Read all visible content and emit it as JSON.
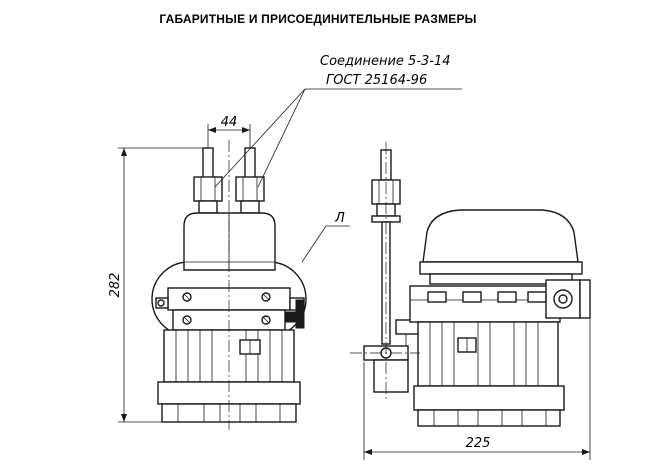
{
  "title": "ГАБАРИТНЫЕ И ПРИСОЕДИНИТЕЛЬНЫЕ РАЗМЕРЫ",
  "callout": {
    "line1": "Соединение 5-3-14",
    "line2": "ГОСТ 25164-96"
  },
  "view_label": "Л",
  "dimensions": {
    "spacing": "44",
    "height": "282",
    "width": "225"
  }
}
